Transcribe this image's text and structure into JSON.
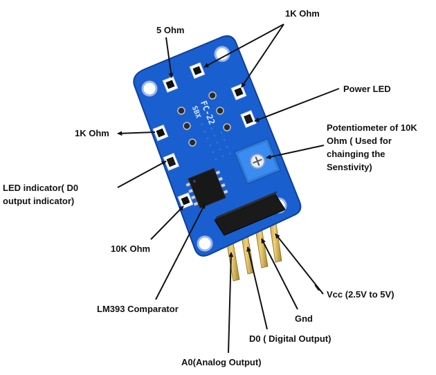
{
  "labels": {
    "resistor_5ohm": "5 Ohm",
    "resistor_1k_top": "1K Ohm",
    "power_led": "Power LED",
    "resistor_1k_left": "1K Ohm",
    "potentiometer": "Potentiometer of 10K Ohm ( Used for chainging the Senstivity)",
    "led_indicator": "LED indicator( D0 output indicator)",
    "resistor_10k": "10K Ohm",
    "lm393": "LM393 Comparator",
    "vcc": "Vcc (2.5V to 5V)",
    "gnd": "Gnd",
    "d0": "D0 ( Digital Output)",
    "a0": "A0(Analog Output)"
  },
  "board": {
    "silkscreen_model": "FC-22",
    "silkscreen_sub": "SBX"
  },
  "colors": {
    "pcb": "#1a5fd0",
    "pcb_dark": "#0f3f9a",
    "pin_gold": "#d9b24a",
    "header_black": "#1a1a1a",
    "pot_blue": "#2f7de0",
    "arrow": "#111111",
    "text": "#111111"
  }
}
